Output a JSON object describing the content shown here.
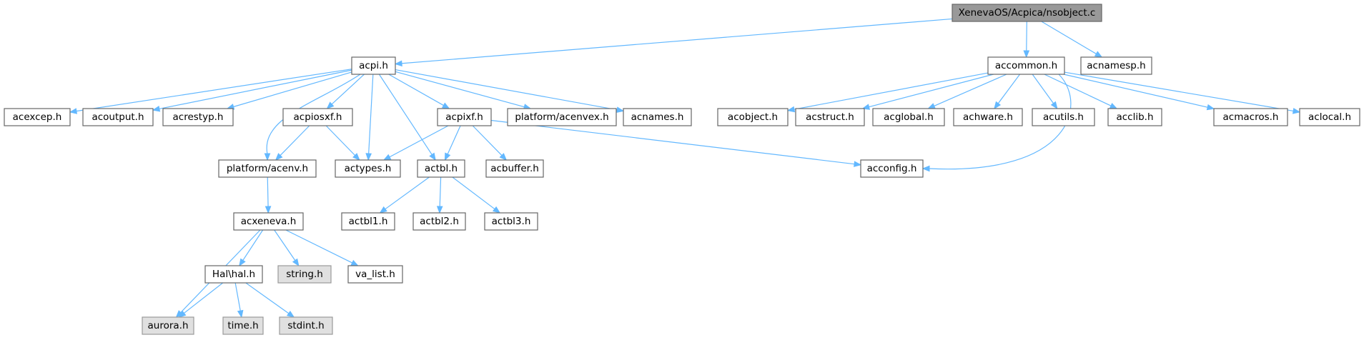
{
  "graph": {
    "nodes": [
      {
        "id": "root",
        "label": "XenevaOS/Acpica/nsobject.c",
        "kind": "root"
      },
      {
        "id": "acpi",
        "label": "acpi.h",
        "kind": "file"
      },
      {
        "id": "accommon",
        "label": "accommon.h",
        "kind": "file"
      },
      {
        "id": "acnamesp",
        "label": "acnamesp.h",
        "kind": "file"
      },
      {
        "id": "acexcep",
        "label": "acexcep.h",
        "kind": "file"
      },
      {
        "id": "acoutput",
        "label": "acoutput.h",
        "kind": "file"
      },
      {
        "id": "acrestyp",
        "label": "acrestyp.h",
        "kind": "file"
      },
      {
        "id": "acpiosxf",
        "label": "acpiosxf.h",
        "kind": "file"
      },
      {
        "id": "acpixf",
        "label": "acpixf.h",
        "kind": "file"
      },
      {
        "id": "acenvex",
        "label": "platform/acenvex.h",
        "kind": "file"
      },
      {
        "id": "acnames",
        "label": "acnames.h",
        "kind": "file"
      },
      {
        "id": "acobject",
        "label": "acobject.h",
        "kind": "file"
      },
      {
        "id": "acstruct",
        "label": "acstruct.h",
        "kind": "file"
      },
      {
        "id": "acglobal",
        "label": "acglobal.h",
        "kind": "file"
      },
      {
        "id": "achware",
        "label": "achware.h",
        "kind": "file"
      },
      {
        "id": "acutils",
        "label": "acutils.h",
        "kind": "file"
      },
      {
        "id": "acclib",
        "label": "acclib.h",
        "kind": "file"
      },
      {
        "id": "acmacros",
        "label": "acmacros.h",
        "kind": "file"
      },
      {
        "id": "aclocal",
        "label": "aclocal.h",
        "kind": "file"
      },
      {
        "id": "acenv",
        "label": "platform/acenv.h",
        "kind": "file"
      },
      {
        "id": "actypes",
        "label": "actypes.h",
        "kind": "file"
      },
      {
        "id": "actbl",
        "label": "actbl.h",
        "kind": "file"
      },
      {
        "id": "acbuffer",
        "label": "acbuffer.h",
        "kind": "file"
      },
      {
        "id": "acconfig",
        "label": "acconfig.h",
        "kind": "file"
      },
      {
        "id": "acxeneva",
        "label": "acxeneva.h",
        "kind": "file"
      },
      {
        "id": "actbl1",
        "label": "actbl1.h",
        "kind": "file"
      },
      {
        "id": "actbl2",
        "label": "actbl2.h",
        "kind": "file"
      },
      {
        "id": "actbl3",
        "label": "actbl3.h",
        "kind": "file"
      },
      {
        "id": "halh",
        "label": "Hal\\hal.h",
        "kind": "file"
      },
      {
        "id": "stringh",
        "label": "string.h",
        "kind": "system"
      },
      {
        "id": "valist",
        "label": "va_list.h",
        "kind": "file"
      },
      {
        "id": "aurora",
        "label": "aurora.h",
        "kind": "system"
      },
      {
        "id": "timeh",
        "label": "time.h",
        "kind": "system"
      },
      {
        "id": "stdinth",
        "label": "stdint.h",
        "kind": "system"
      }
    ],
    "edges": [
      {
        "from": "root",
        "to": "acpi"
      },
      {
        "from": "root",
        "to": "accommon"
      },
      {
        "from": "root",
        "to": "acnamesp"
      },
      {
        "from": "acpi",
        "to": "acexcep"
      },
      {
        "from": "acpi",
        "to": "acoutput"
      },
      {
        "from": "acpi",
        "to": "acrestyp"
      },
      {
        "from": "acpi",
        "to": "acpiosxf"
      },
      {
        "from": "acpi",
        "to": "acpixf"
      },
      {
        "from": "acpi",
        "to": "acenvex"
      },
      {
        "from": "acpi",
        "to": "acnames"
      },
      {
        "from": "acpi",
        "to": "acenv"
      },
      {
        "from": "acpi",
        "to": "actypes"
      },
      {
        "from": "acpi",
        "to": "actbl"
      },
      {
        "from": "accommon",
        "to": "acobject"
      },
      {
        "from": "accommon",
        "to": "acstruct"
      },
      {
        "from": "accommon",
        "to": "acglobal"
      },
      {
        "from": "accommon",
        "to": "achware"
      },
      {
        "from": "accommon",
        "to": "acutils"
      },
      {
        "from": "accommon",
        "to": "acclib"
      },
      {
        "from": "accommon",
        "to": "acmacros"
      },
      {
        "from": "accommon",
        "to": "aclocal"
      },
      {
        "from": "accommon",
        "to": "acconfig"
      },
      {
        "from": "acpiosxf",
        "to": "acenv"
      },
      {
        "from": "acpiosxf",
        "to": "actypes"
      },
      {
        "from": "acpixf",
        "to": "actypes"
      },
      {
        "from": "acpixf",
        "to": "actbl"
      },
      {
        "from": "acpixf",
        "to": "acbuffer"
      },
      {
        "from": "acpixf",
        "to": "acconfig"
      },
      {
        "from": "acenv",
        "to": "acxeneva"
      },
      {
        "from": "actbl",
        "to": "actbl1"
      },
      {
        "from": "actbl",
        "to": "actbl2"
      },
      {
        "from": "actbl",
        "to": "actbl3"
      },
      {
        "from": "acxeneva",
        "to": "aurora"
      },
      {
        "from": "acxeneva",
        "to": "halh"
      },
      {
        "from": "acxeneva",
        "to": "stringh"
      },
      {
        "from": "acxeneva",
        "to": "valist"
      },
      {
        "from": "halh",
        "to": "aurora"
      },
      {
        "from": "halh",
        "to": "timeh"
      },
      {
        "from": "halh",
        "to": "stdinth"
      }
    ]
  }
}
